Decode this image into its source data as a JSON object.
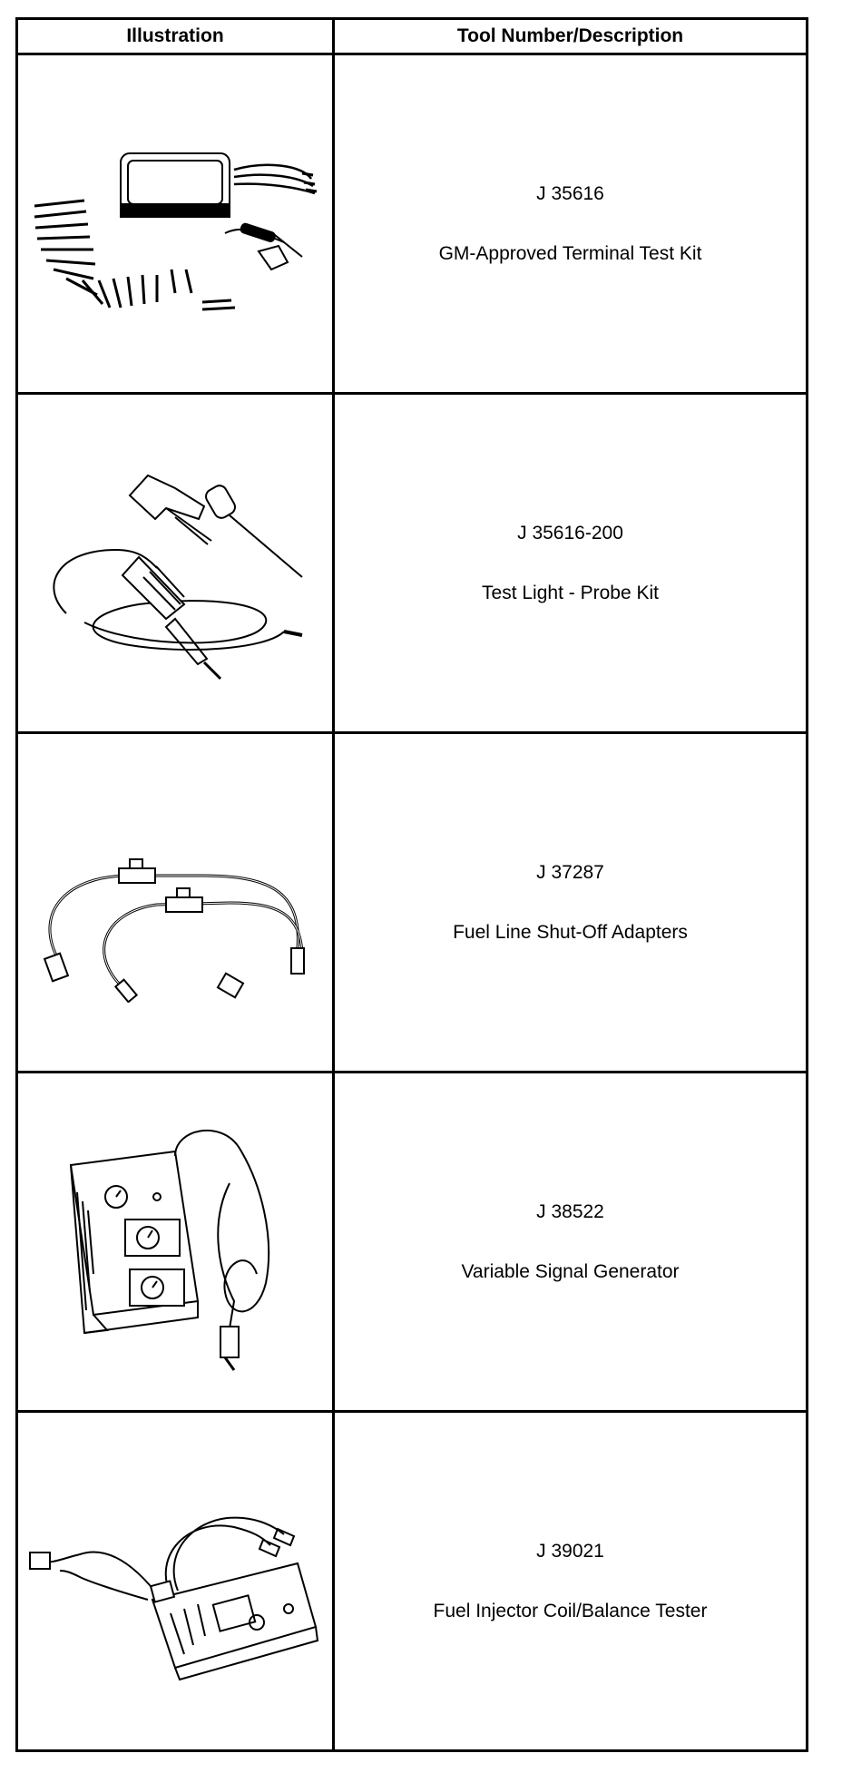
{
  "table": {
    "headers": {
      "illustration": "Illustration",
      "description": "Tool Number/Description"
    },
    "rows": [
      {
        "number": "J 35616",
        "description": "GM-Approved Terminal Test Kit",
        "icon": "terminal-test-kit-illustration"
      },
      {
        "number": "J 35616-200",
        "description": "Test Light - Probe Kit",
        "icon": "test-light-probe-illustration"
      },
      {
        "number": "J 37287",
        "description": "Fuel Line Shut-Off Adapters",
        "icon": "fuel-line-adapters-illustration"
      },
      {
        "number": "J 38522",
        "description": "Variable Signal Generator",
        "icon": "signal-generator-illustration"
      },
      {
        "number": "J 39021",
        "description": "Fuel Injector Coil/Balance Tester",
        "icon": "injector-tester-illustration"
      }
    ]
  },
  "colors": {
    "line": "#000000",
    "background": "#ffffff"
  }
}
